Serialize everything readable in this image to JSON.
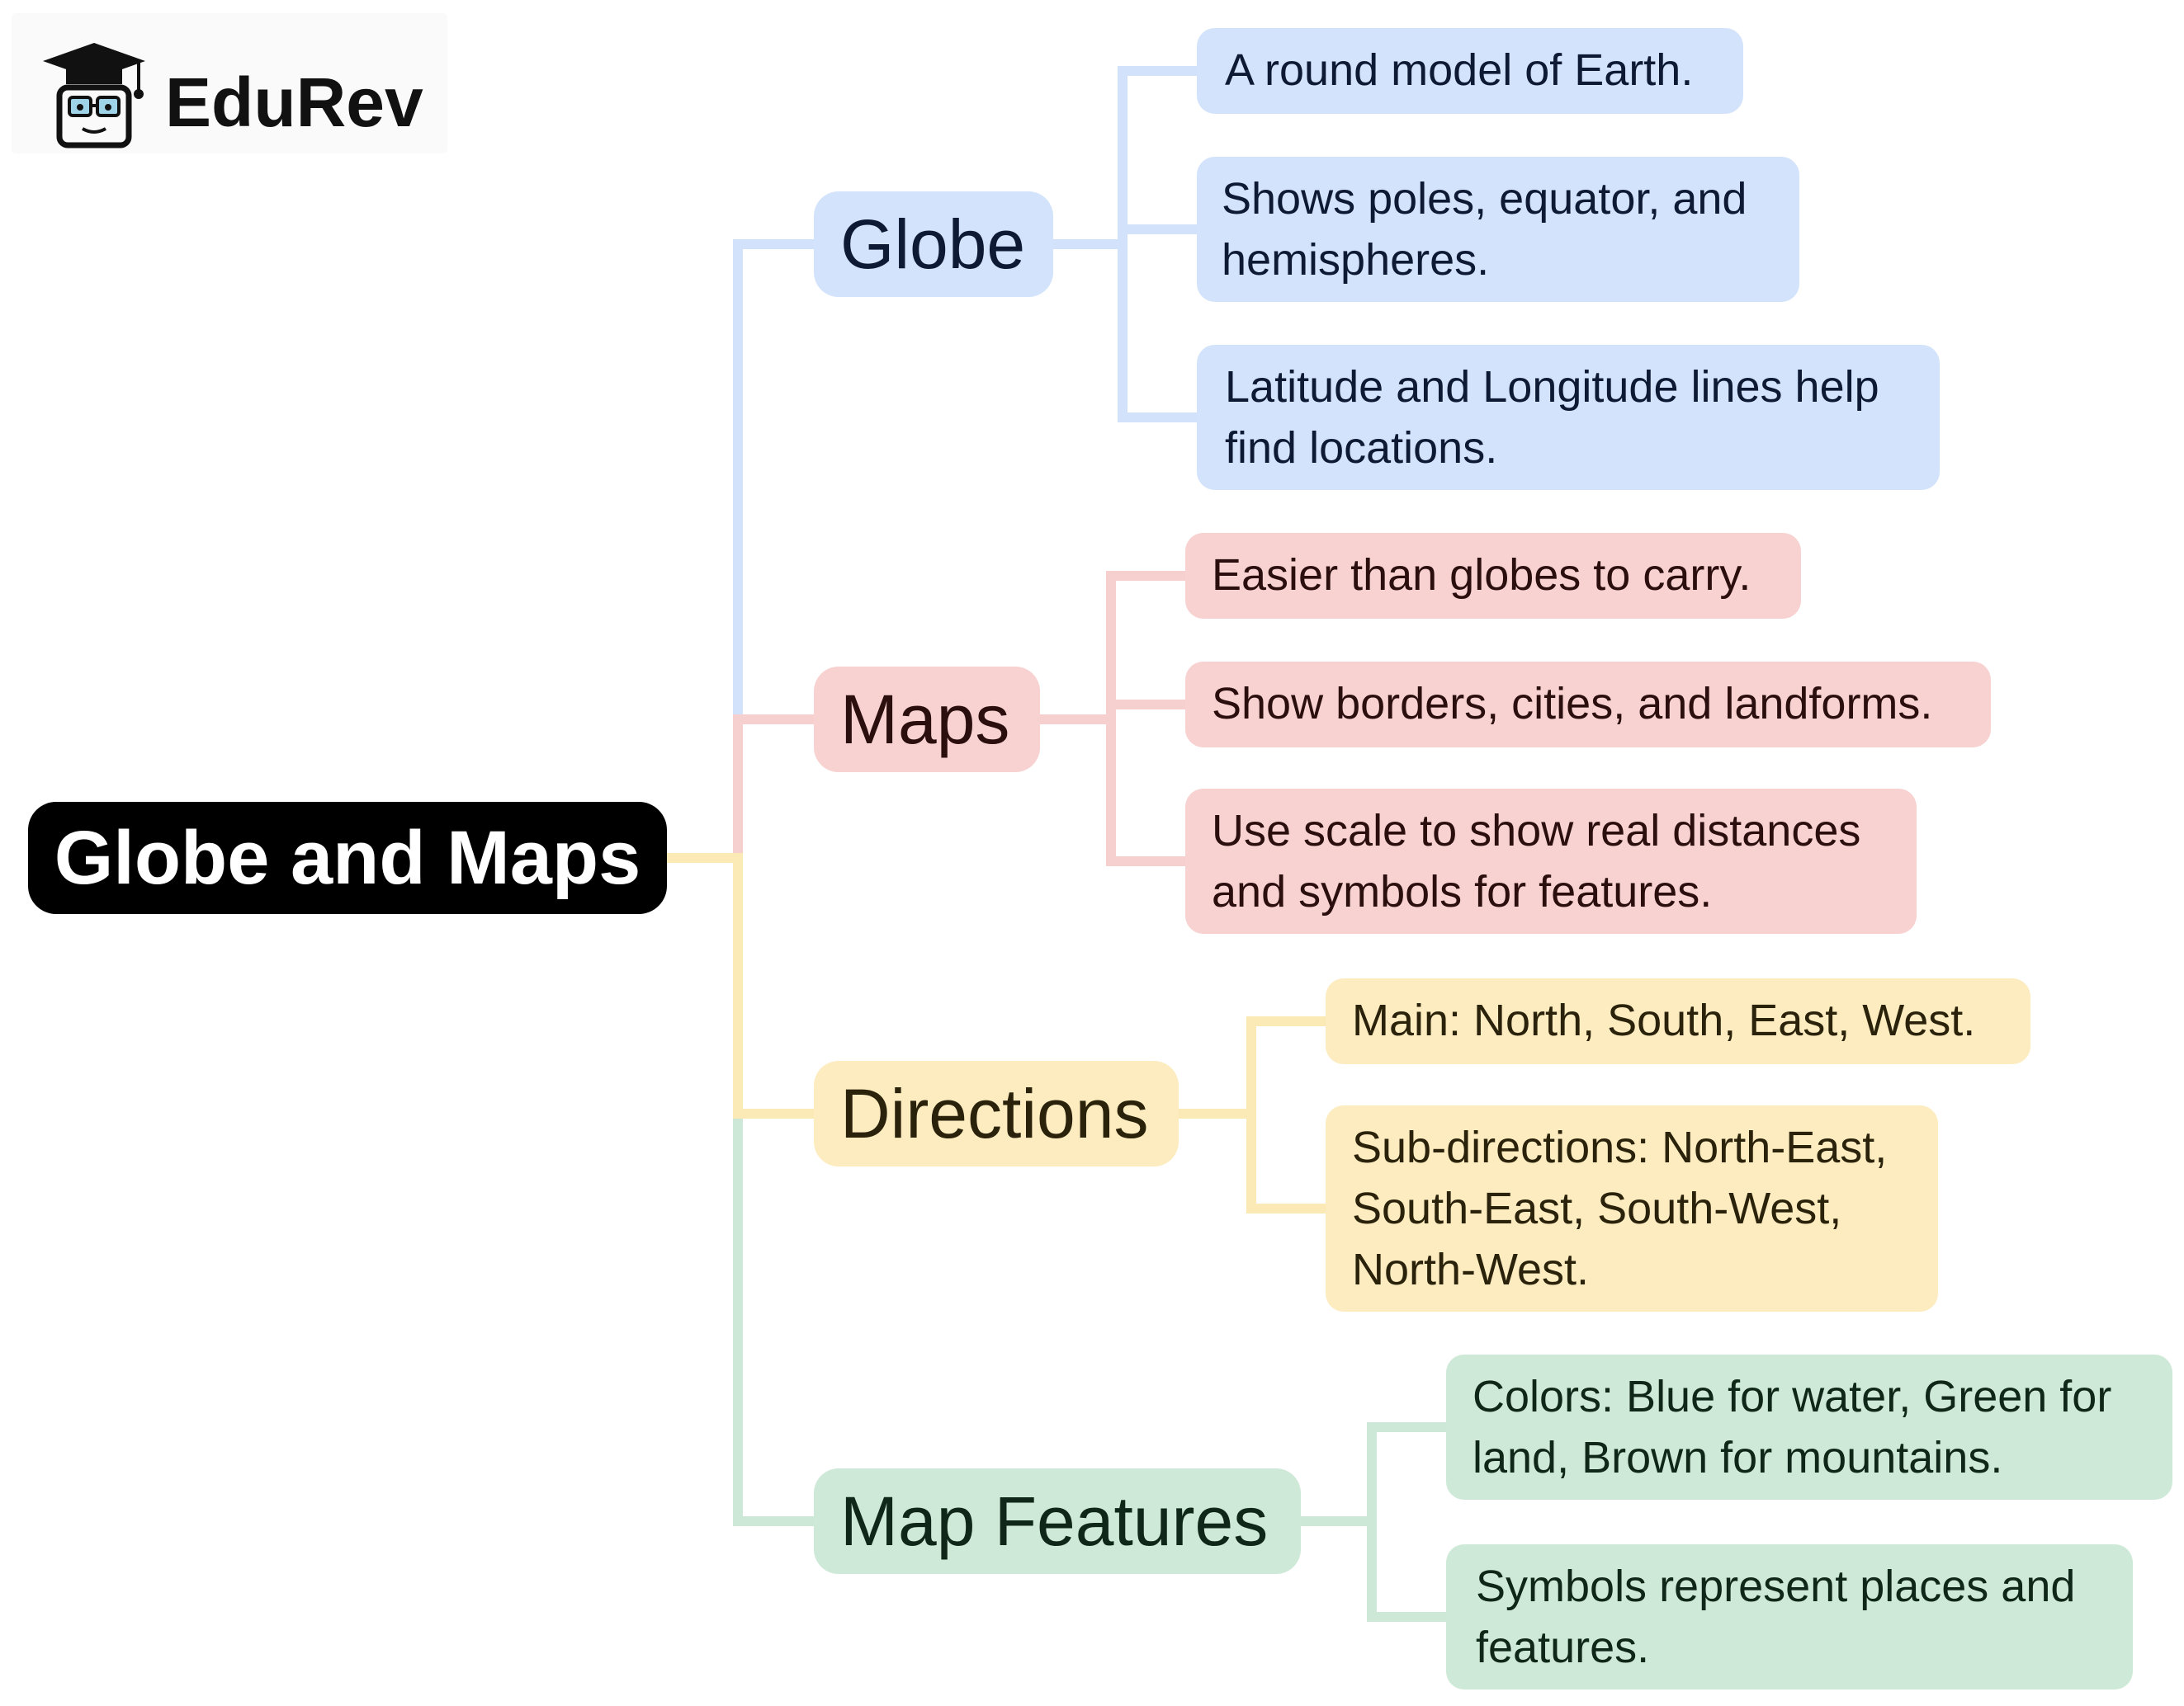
{
  "logo": {
    "text": "EduRev"
  },
  "root": {
    "label": "Globe and Maps"
  },
  "branches": [
    {
      "label": "Globe",
      "color": "#d3e3fb",
      "line_color": "#d2e2fa",
      "leaves": [
        "A round model of Earth.",
        "Shows poles, equator, and\nhemispheres.",
        "Latitude and Longitude lines help\nfind locations."
      ]
    },
    {
      "label": "Maps",
      "color": "#f7d2d1",
      "line_color": "#f6d0cf",
      "leaves": [
        "Easier than globes to carry.",
        "Show borders, cities, and landforms.",
        "Use scale to show real distances\nand symbols for features."
      ]
    },
    {
      "label": "Directions",
      "color": "#fcecc0",
      "line_color": "#fbe9b6",
      "leaves": [
        "Main: North, South, East, West.",
        "Sub-directions: North-East,\nSouth-East, South-West,\nNorth-West."
      ]
    },
    {
      "label": "Map Features",
      "color": "#cfe9d8",
      "line_color": "#cde8d6",
      "leaves": [
        "Colors: Blue for water, Green for\nland, Brown for mountains.",
        "Symbols represent places and\nfeatures."
      ]
    }
  ]
}
